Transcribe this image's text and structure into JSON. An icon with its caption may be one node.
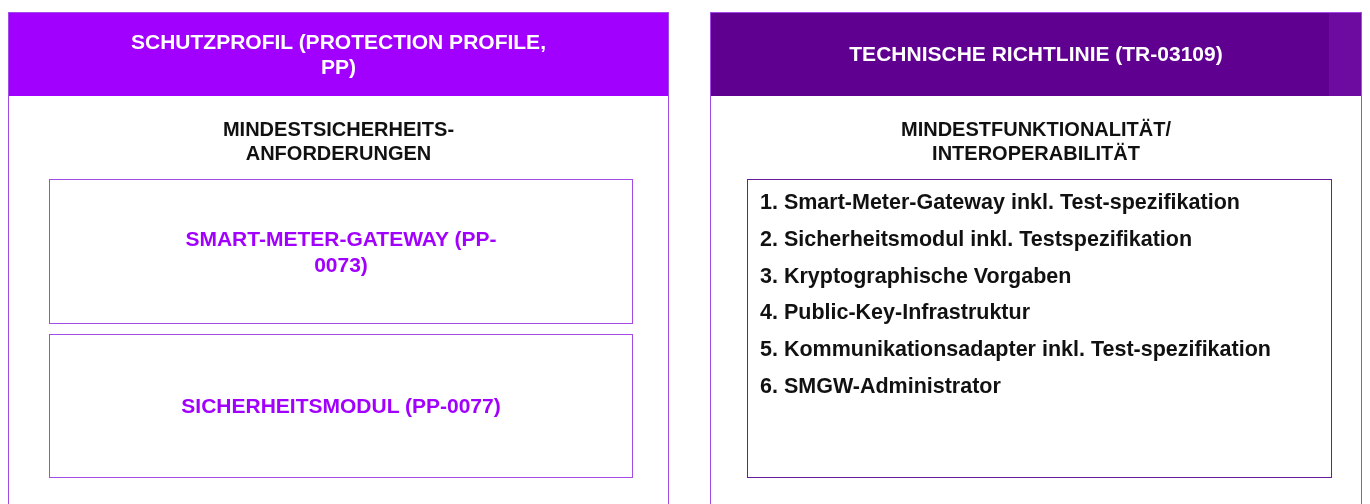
{
  "diagram": {
    "nodes": [
      {
        "text": [
          "SCHUTZPROFIL (PROTECTION PROFILE, PP)",
          "MINDESTSICHERHEITS-ANFORDERUNGEN"
        ]
      },
      {
        "text": [
          "SMART-METER-GATEWAY (PP-0073)"
        ],
        "in": 0
      },
      {
        "text": [
          "SICHERHEITSMODUL (PP-0077)"
        ],
        "in": 0
      },
      {
        "text": [
          "TECHNISCHE RICHTLINIE (TR-03109)",
          "MINDESTFUNKTIONALITÄT/ INTEROPERABILITÄT"
        ]
      },
      {
        "text": [
          "1. Smart-Meter-Gateway inkl. Test-spezifikation",
          "2. Sicherheitsmodul inkl. Testspezifikation",
          "3. Kryptographische Vorgaben",
          "4. Public-Key-Infrastruktur",
          "5. Kommunikationsadapter inkl. Test-spezifikation",
          "6. SMGW-Administrator"
        ],
        "in": 3
      }
    ]
  }
}
